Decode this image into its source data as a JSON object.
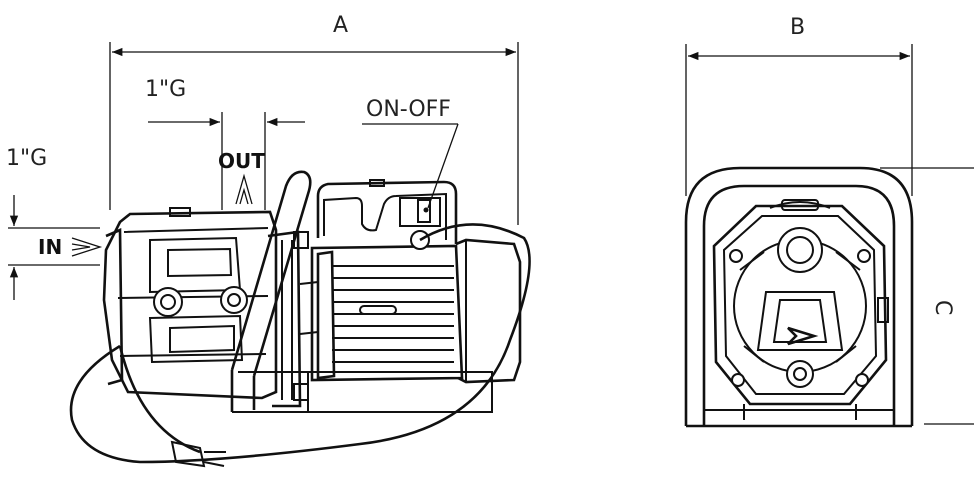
{
  "labels": {
    "dim_a": "A",
    "dim_b": "B",
    "dim_c": "C",
    "outlet_thread": "1\"G",
    "inlet_thread": "1\"G",
    "switch": "ON-OFF",
    "outlet": "OUT",
    "inlet": "IN"
  },
  "colors": {
    "line": "#111111",
    "background": "#ffffff"
  },
  "icons": {
    "inlet_arrow": "arrow-right-icon",
    "outlet_arrow": "arrow-up-icon"
  }
}
